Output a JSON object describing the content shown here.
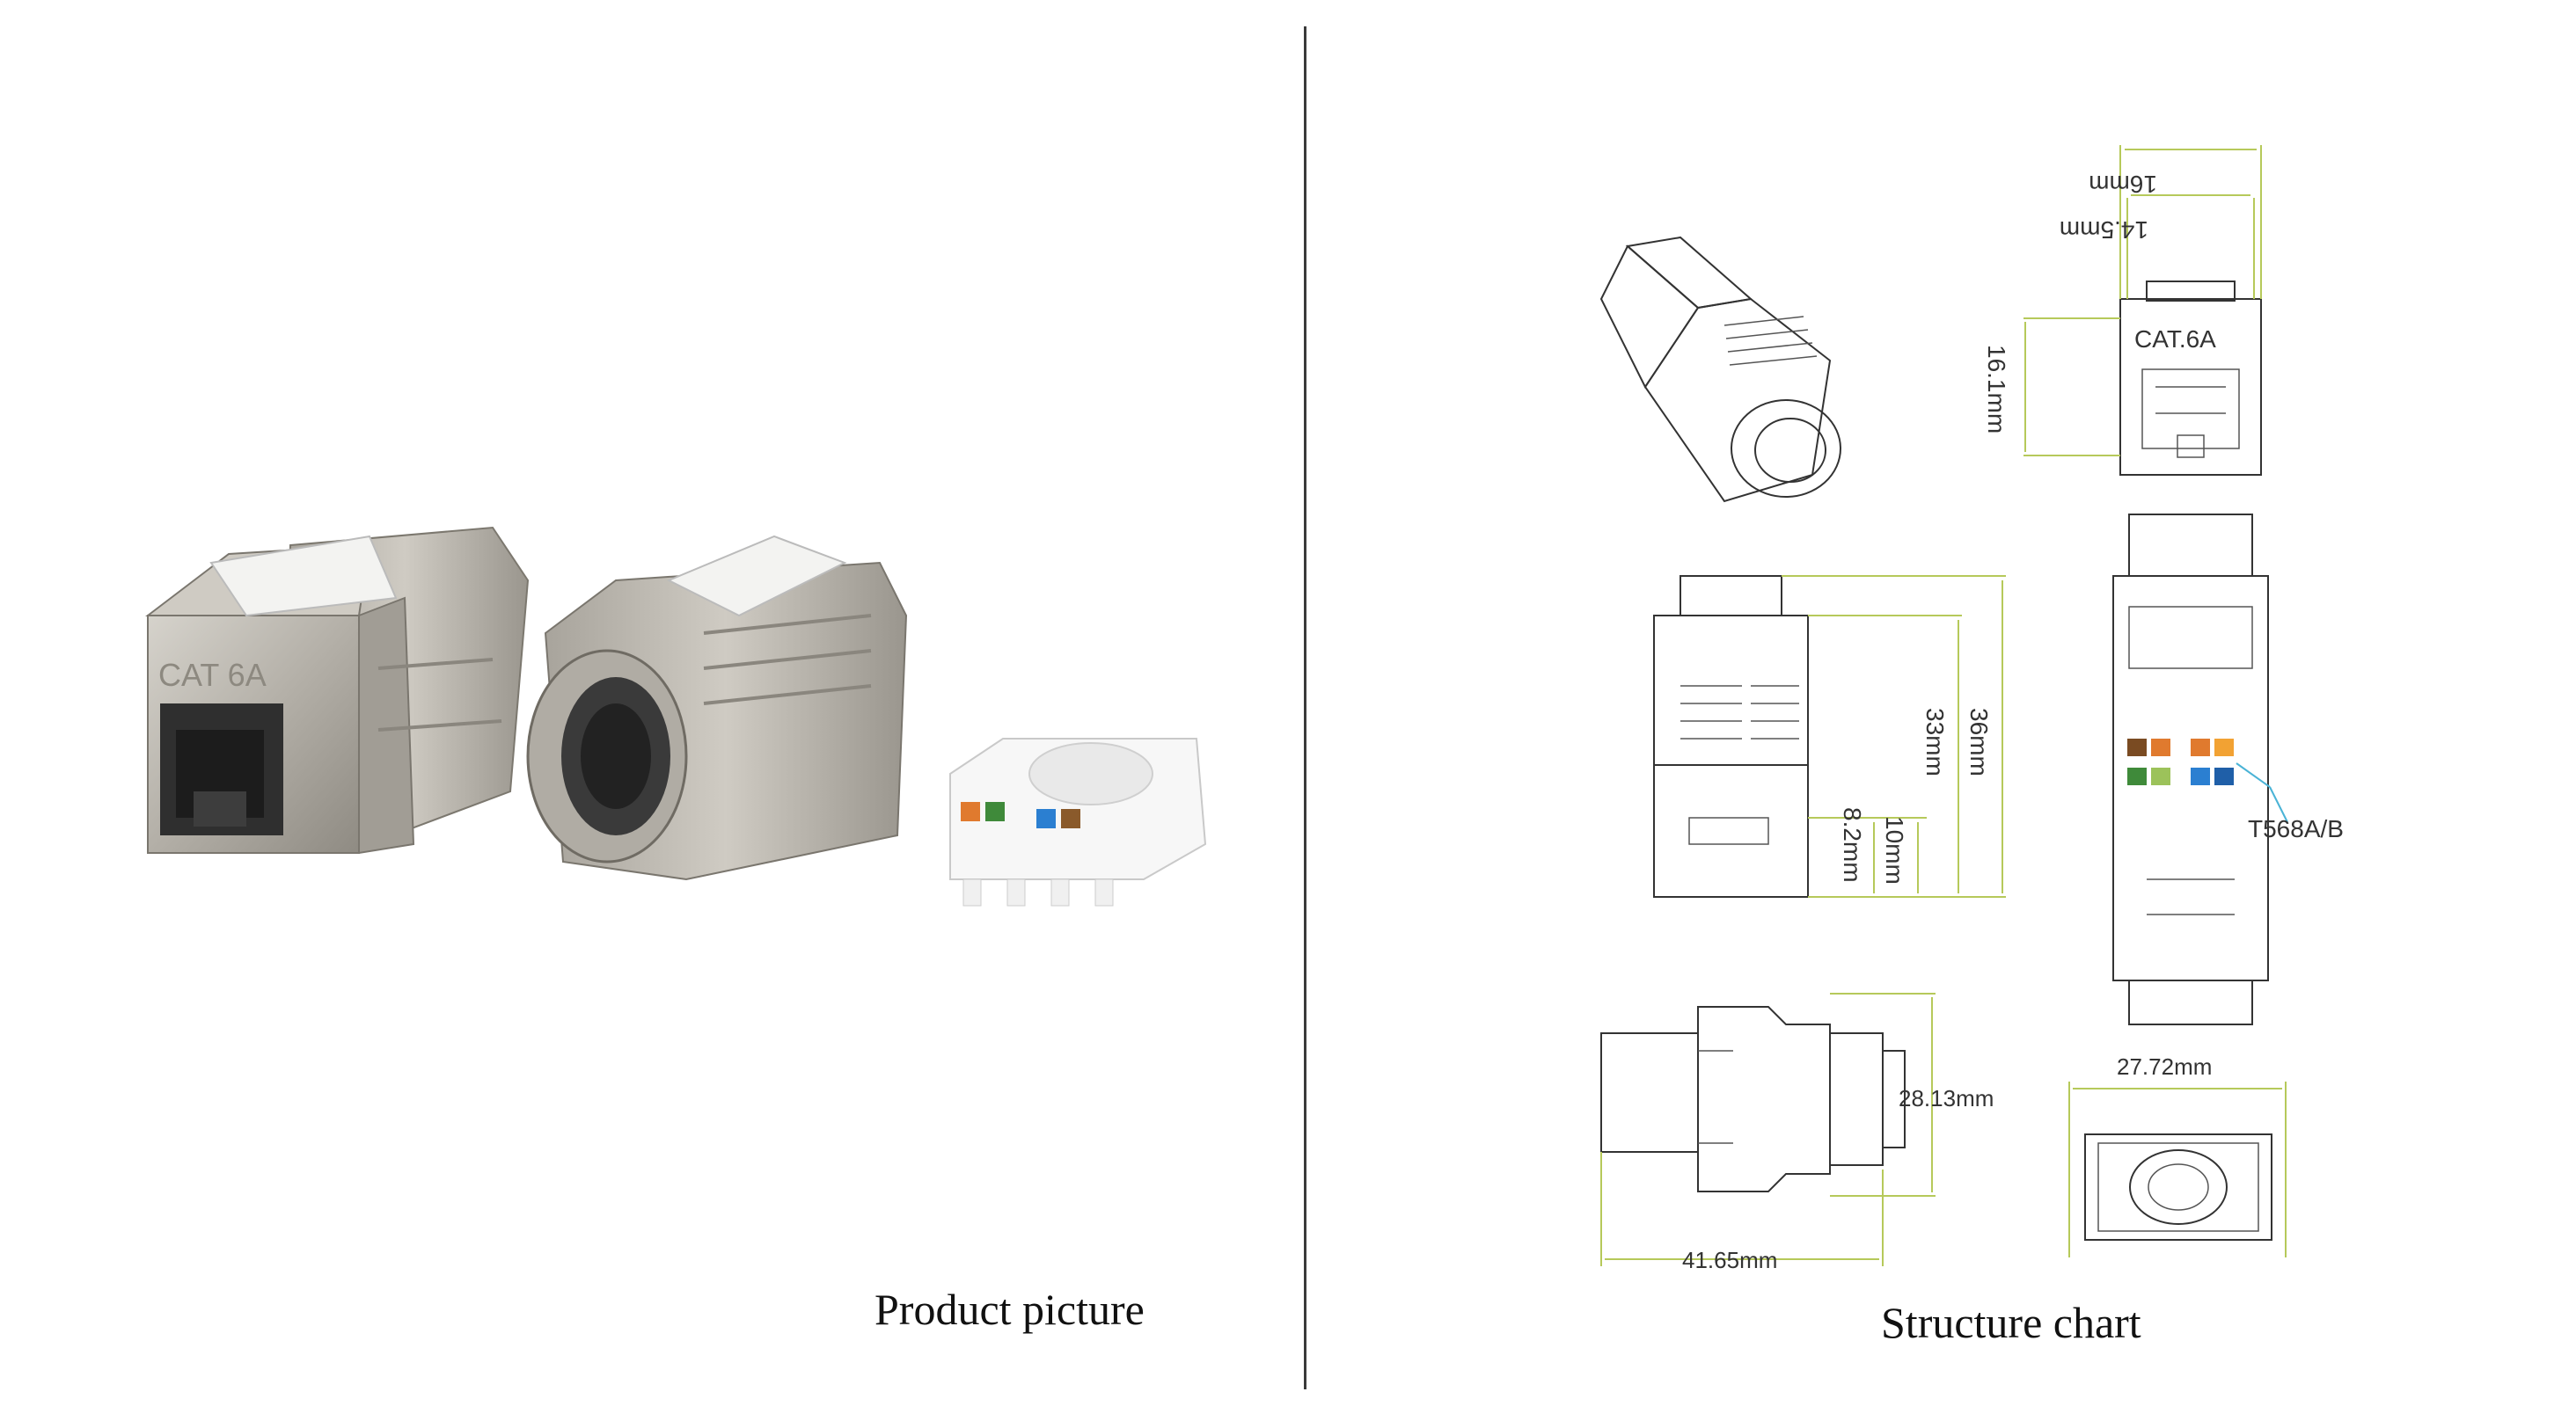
{
  "left_panel": {
    "caption": "Product picture"
  },
  "right_panel": {
    "caption": "Structure chart",
    "front_view": {
      "label": "CAT.6A"
    },
    "dimensions": {
      "width_outer": "16mm",
      "width_inner": "14.5mm",
      "height_front": "16.1mm",
      "length_total": "36mm",
      "length_body": "33mm",
      "latch_a": "8.2mm",
      "latch_b": "10mm",
      "side_height": "28.13mm",
      "side_length": "41.65mm",
      "rear_width": "27.72mm"
    },
    "wiring_label": "T568A/B"
  },
  "colors": {
    "accent_line": "#b6c95a",
    "callout": "#4ab3d6",
    "metal": "#b9b5ad"
  }
}
